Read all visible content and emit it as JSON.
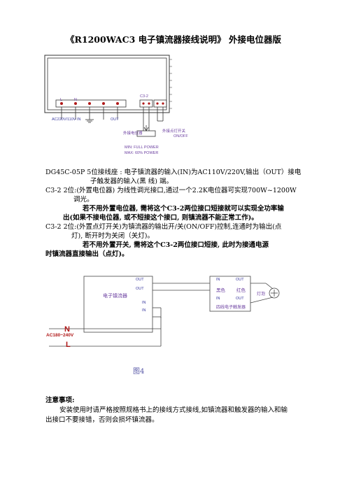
{
  "title": "《R1200WAC3 电子镇流器接线说明》 外接电位器版",
  "diagram1": {
    "l_label": "L",
    "n_label": "N",
    "c3_label": "C3-2",
    "ac_in_label": "AC220V/110V IN",
    "out_label": "OUT",
    "pot_label": "外接电位器",
    "switch_label": "外接点灯开关",
    "onoff_label": "ON/OFF",
    "min_label": "MIN: FULL POWER",
    "max_label": "MAX: 60% POWER"
  },
  "para": {
    "l1": "DG45C-05P 5位接线座 : 电子镇流器的输入(IN)为AC110V/220V,输出（OUT）接电",
    "l2": "子触发器的输入(黑 线) 端。",
    "l3": "C3-2  2位:(外置电位器) 为线性调光接口,通过一个2.2K电位器可实现700W~1200W",
    "l4": "调光。",
    "l5": "若不用外置电位器, 需将这个C3-2两位接口短接就可以实现全功率输",
    "l6": "出(如果不接电位器, 或不短接这个接口, 则镇流器不能正常工作)。",
    "l7": "C3-2  2位:(外置点灯开关)为镇流器的输出开/关(ON/OFF)控制,连通时为输出(点",
    "l8": "灯), 断开时为关闭（关灯)。",
    "l9": "若不用外置开关, 需将这个C3-2两位接口短接, 此时为接通电源",
    "l10": "时镇流器直接输出（点灯)。"
  },
  "diagram2": {
    "ballast_label": "电子镇流器",
    "out1": "OUT",
    "out2": "OUT",
    "in1": "IN",
    "in2": "IN",
    "ign_in1": "IN",
    "ign_out1": "OUT",
    "black": "黑色",
    "red": "红色",
    "ign_in2": "IN",
    "ign_out2": "OUT",
    "ign_label": "四线电子触发器",
    "lamp_label": "灯泡",
    "n_label": "N",
    "ac_label": "AC180~240V",
    "l_label": "L"
  },
  "figure_caption": "图4",
  "notes": {
    "heading": "注意事项:",
    "l1": "安装使用时请严格按照规格书上的接线方式接线,如镇流器和触发器的输入和输",
    "l2": "出接口不要接错，否则会损坏镇流器。"
  }
}
